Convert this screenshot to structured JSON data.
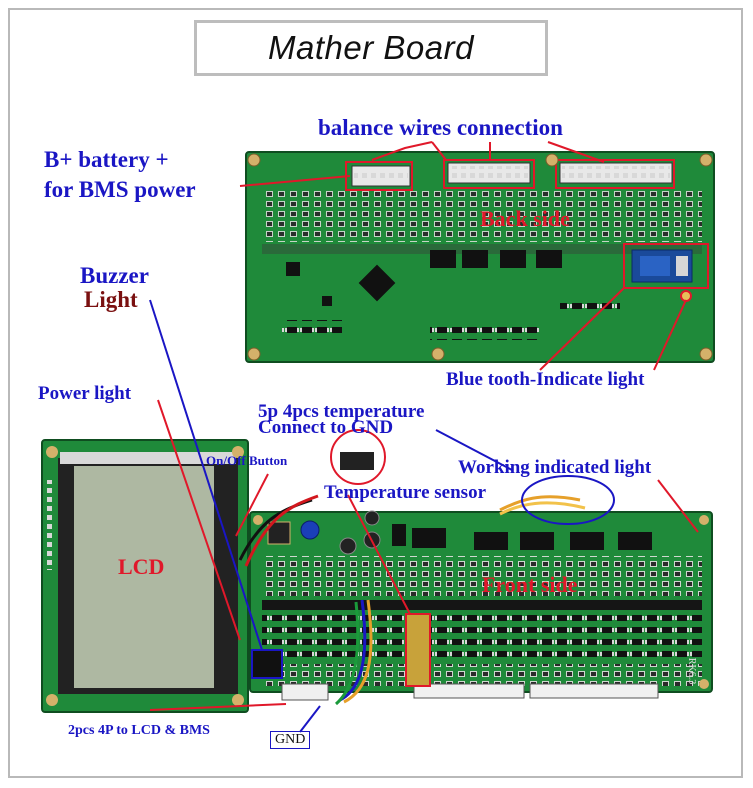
{
  "title": "Mather Board",
  "labels": {
    "balance": "balance wires connection",
    "bplus_1": "B+ battery +",
    "bplus_2": "for BMS power",
    "back_side": "Back side",
    "buzzer": "Buzzer",
    "light": "Light",
    "power_light": "Power light",
    "bluetooth": "Blue tooth-Indicate light",
    "temp_1": "5p 4pcs temperature",
    "temp_2": "Connect to GND",
    "onoff": "On/Off Button",
    "working": "Working indicated light",
    "temp_sensor": "Temperature sensor",
    "lcd": "LCD",
    "front_side": "Front side",
    "pcs4p": "2pcs 4P to LCD & BMS",
    "gnd": "GND",
    "rk": "RK6.3"
  },
  "colors": {
    "pcb_green": "#1f8a3a",
    "pcb_dark": "#14602a",
    "annotation_blue": "#1a16c4",
    "annotation_red": "#e0182a",
    "annotation_darkred": "#7a1010",
    "lcd_screen": "#aeb8a2"
  }
}
